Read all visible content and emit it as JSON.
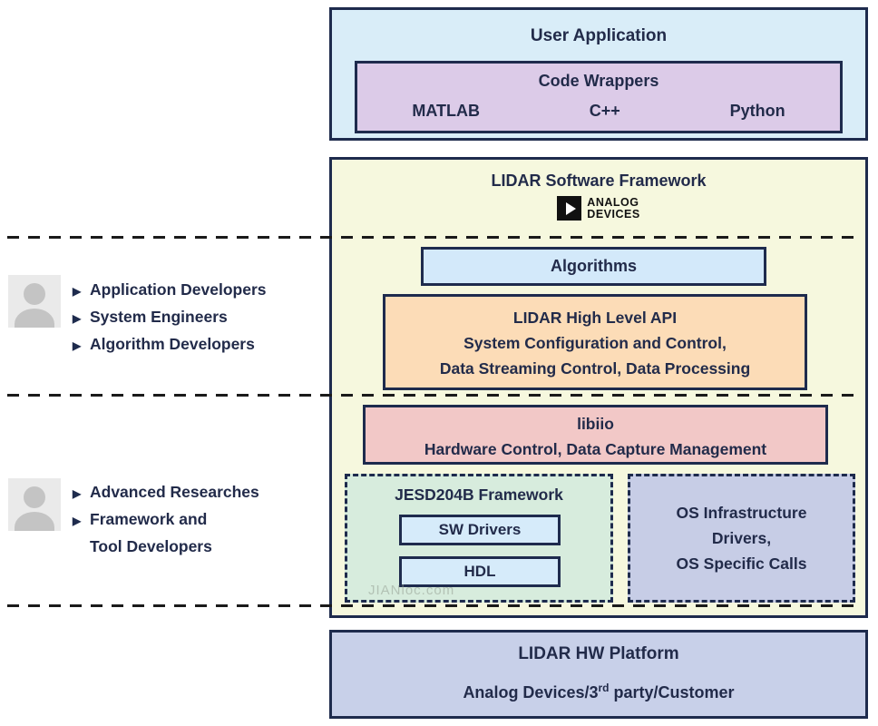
{
  "user_application": {
    "title": "User Application",
    "code_wrappers": {
      "title": "Code Wrappers",
      "items": [
        "MATLAB",
        "C++",
        "Python"
      ]
    }
  },
  "framework": {
    "title": "LIDAR Software Framework",
    "logo": {
      "line1": "ANALOG",
      "line2": "DEVICES"
    },
    "algorithms": "Algorithms",
    "high_level_api": {
      "line1": "LIDAR High Level API",
      "line2": "System Configuration and Control,",
      "line3": "Data Streaming Control, Data Processing"
    },
    "libiio": {
      "line1": "libiio",
      "line2": "Hardware Control, Data Capture Management"
    },
    "jesd204b": {
      "title": "JESD204B Framework",
      "sw_drivers": "SW Drivers",
      "hdl": "HDL"
    },
    "os_infrastructure": {
      "line1": "OS Infrastructure",
      "line2": "Drivers,",
      "line3": "OS Specific Calls"
    },
    "watermark": "JIANloc.com"
  },
  "hw_platform": {
    "title": "LIDAR HW Platform",
    "subtitle_pre": "Analog Devices/3",
    "subtitle_sup": "rd",
    "subtitle_post": " party/Customer"
  },
  "personas": {
    "group1": {
      "items": [
        "Application Developers",
        "System Engineers",
        "Algorithm Developers"
      ]
    },
    "group2": {
      "items": [
        "Advanced Researches",
        "Framework and",
        "Tool Developers"
      ]
    }
  },
  "colors": {
    "border": "#1e2b4d",
    "text": "#222b4a",
    "user_app_bg": "#d9edf8",
    "code_wrappers_bg": "#dccbe8",
    "framework_bg": "#f6f8de",
    "algorithms_bg": "#d3e9fa",
    "api_bg": "#fcdcb7",
    "libiio_bg": "#f2c8c7",
    "jesd_bg": "#d7ecdd",
    "driver_bg": "#d6ebfa",
    "os_bg": "#c7cde6",
    "hw_bg": "#c8d0e9"
  }
}
